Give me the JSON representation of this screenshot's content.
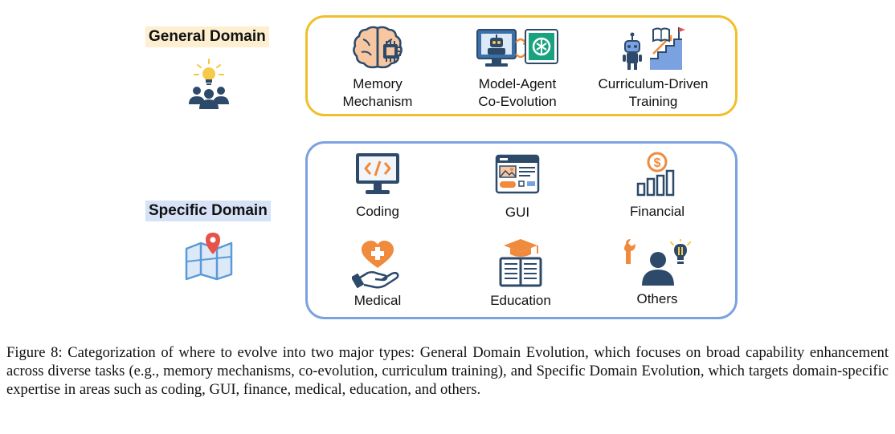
{
  "general": {
    "label": "General Domain",
    "items": [
      {
        "label": "Memory\nMechanism",
        "icon": "brain-chip-icon"
      },
      {
        "label": "Model-Agent\nCo-Evolution",
        "icon": "robot-monitor-icon"
      },
      {
        "label": "Curriculum-Driven\nTraining",
        "icon": "robot-stairs-icon"
      }
    ]
  },
  "specific": {
    "label": "Specific Domain",
    "items": [
      {
        "label": "Coding",
        "icon": "code-monitor-icon"
      },
      {
        "label": "GUI",
        "icon": "gui-window-icon"
      },
      {
        "label": "Financial",
        "icon": "dollar-chart-icon"
      },
      {
        "label": "Medical",
        "icon": "heart-hand-icon"
      },
      {
        "label": "Education",
        "icon": "book-cap-icon"
      },
      {
        "label": "Others",
        "icon": "tools-person-icon"
      }
    ]
  },
  "caption": "Figure 8: Categorization of where to evolve into two major types: General Domain Evolution, which focuses on broad capability enhancement across diverse tasks (e.g., memory mechanisms, co-evolution, curriculum training), and Specific Domain Evolution, which targets domain-specific expertise in areas such as coding, GUI, finance, medical, education, and others.",
  "colors": {
    "general_border": "#f0c02c",
    "general_label_bg": "#fdefcf",
    "specific_border": "#7ba2e0",
    "specific_label_bg": "#d6e2f6",
    "icon_navy": "#2d4a6b",
    "icon_orange": "#f08a3c"
  }
}
